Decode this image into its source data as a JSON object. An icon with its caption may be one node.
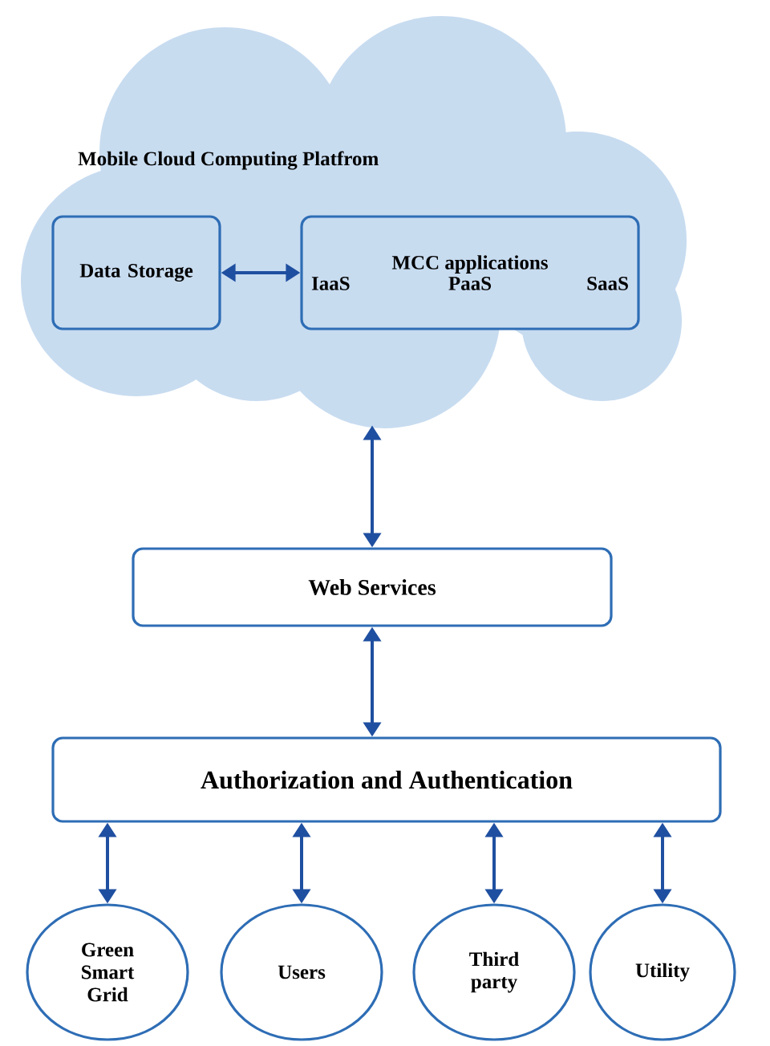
{
  "diagram": {
    "nodes": [
      {
        "text": [
          "Mobile Cloud Computing  Platfrom"
        ]
      },
      {
        "text": [
          "Data Storage"
        ],
        "in": 0
      },
      {
        "text": [
          "MCC applications",
          "IaaS",
          "PaaS",
          "SaaS"
        ],
        "in": 0
      },
      {
        "text": [
          "Web Services"
        ]
      },
      {
        "text": [
          "Authorization and Authentication"
        ]
      },
      {
        "text": [
          "Green Smart Grid"
        ]
      },
      {
        "text": [
          "Users"
        ]
      },
      {
        "text": [
          "Third party"
        ]
      },
      {
        "text": [
          "Utility"
        ]
      }
    ],
    "edges": [
      {
        "from": 1,
        "to": 2,
        "arrow": "both"
      },
      {
        "from": 0,
        "to": 3,
        "arrow": "both"
      },
      {
        "from": 3,
        "to": 4,
        "arrow": "both"
      },
      {
        "from": 4,
        "to": 5,
        "arrow": "both"
      },
      {
        "from": 4,
        "to": 6,
        "arrow": "both"
      },
      {
        "from": 4,
        "to": 7,
        "arrow": "both"
      },
      {
        "from": 4,
        "to": 8,
        "arrow": "both"
      }
    ]
  }
}
